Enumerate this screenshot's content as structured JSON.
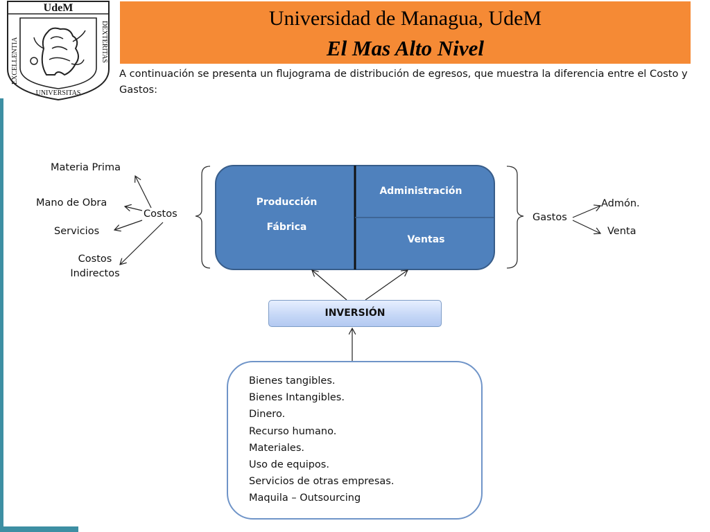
{
  "logo": {
    "top_text": "UdeM",
    "left_text": "EXCELLENTIA",
    "right_text": "DEXTERITAS",
    "bottom_text": "UNIVERSITAS"
  },
  "header": {
    "title": "Universidad de Managua,  UdeM",
    "subtitle": "El Mas Alto Nivel",
    "band_color": "#f58a35"
  },
  "intro": "A continuación se presenta un flujograma de distribución de egresos, que muestra la diferencia entre el Costo y Gastos:",
  "diagram": {
    "costos": {
      "label": "Costos",
      "items": [
        "Materia Prima",
        "Mano de Obra",
        "Servicios",
        "Costos Indirectos"
      ]
    },
    "center": {
      "left_top": "Producción",
      "left_bottom": "Fábrica",
      "right_top": "Administración",
      "right_bottom": "Ventas",
      "fill_color": "#4f81bd"
    },
    "gastos": {
      "label": "Gastos",
      "items": [
        "Admón.",
        "Venta"
      ]
    },
    "inversion": "INVERSIÓN",
    "resources": [
      "Bienes tangibles.",
      "Bienes Intangibles.",
      "Dinero.",
      "Recurso humano.",
      "Materiales.",
      "Uso de equipos.",
      "Servicios de otras empresas.",
      "Maquila – Outsourcing"
    ]
  }
}
